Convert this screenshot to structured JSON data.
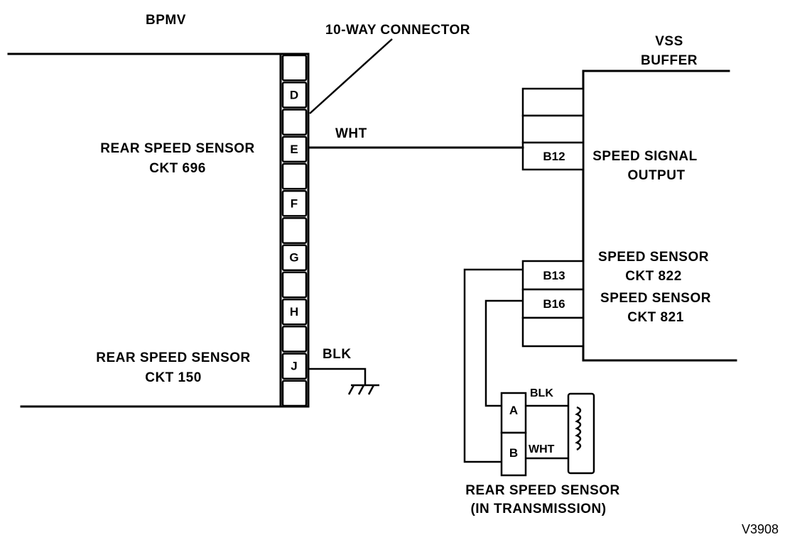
{
  "diagram": {
    "modules": {
      "bpmv": {
        "title": "BPMV",
        "connector_label": "10-WAY CONNECTOR",
        "pins": [
          "",
          "D",
          "",
          "E",
          "",
          "F",
          "",
          "G",
          "",
          "H",
          "",
          "J",
          ""
        ],
        "circuits": [
          {
            "line1": "REAR SPEED SENSOR",
            "line2": "CKT 696",
            "pin": "E"
          },
          {
            "line1": "REAR SPEED SENSOR",
            "line2": "CKT 150",
            "pin": "J"
          }
        ]
      },
      "vss_buffer": {
        "title_line1": "VSS",
        "title_line2": "BUFFER",
        "pins_upper": [
          "",
          "",
          "B12"
        ],
        "pins_lower": [
          "B13",
          "B16",
          ""
        ],
        "circuits": [
          {
            "line1": "SPEED SIGNAL",
            "line2": "OUTPUT",
            "pin": "B12"
          },
          {
            "line1": "SPEED SENSOR",
            "line2": "CKT 822",
            "pin": "B13"
          },
          {
            "line1": "SPEED SENSOR",
            "line2": "CKT 821",
            "pin": "B16"
          }
        ]
      },
      "rear_speed_sensor": {
        "title_line1": "REAR SPEED SENSOR",
        "title_line2": "(IN TRANSMISSION)",
        "pins": [
          "A",
          "B"
        ]
      }
    },
    "wires": [
      {
        "from": "BPMV.E",
        "to": "VSS.B12",
        "color": "WHT"
      },
      {
        "from": "BPMV.J",
        "to": "GROUND",
        "color": "BLK"
      },
      {
        "from": "VSS.B13",
        "to": "RSS.B"
      },
      {
        "from": "VSS.B16",
        "to": "RSS.A"
      },
      {
        "from": "RSS.A",
        "to": "coil",
        "color": "BLK"
      },
      {
        "from": "RSS.B",
        "to": "coil",
        "color": "WHT"
      }
    ],
    "figure_code": "V3908"
  }
}
